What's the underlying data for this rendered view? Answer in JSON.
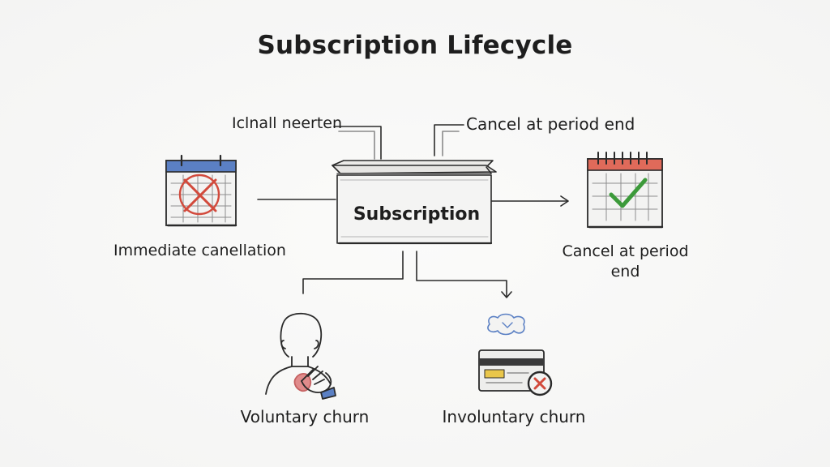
{
  "title": "Subscription Lifecycle",
  "labels": {
    "top_left": "Iclnall neerten",
    "top_right": "Cancel at period end",
    "center_box": "Subscription",
    "left": "Immediate canellation",
    "right": "Cancel at period end",
    "bottom_left": "Voluntary churn",
    "bottom_right": "Involuntary churn"
  },
  "icons": {
    "left": "calendar-cross-icon",
    "right": "calendar-check-icon",
    "bottom_left": "person-touch-icon",
    "bottom_right": "declined-card-icon",
    "center": "box-icon"
  },
  "colors": {
    "ink": "#1e1e1e",
    "calendar_blue": "#5b80c4",
    "calendar_red": "#e06a5a",
    "cross_red": "#d24a3c",
    "check_green": "#3c9a3a",
    "card_yellow": "#e9c64a"
  }
}
